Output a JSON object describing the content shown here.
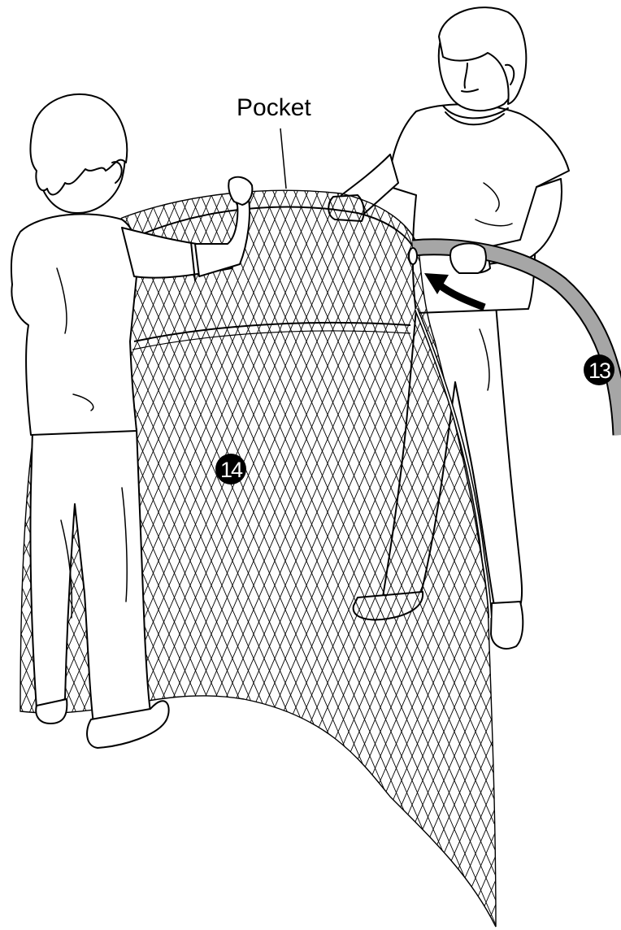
{
  "labels": {
    "pocket": "Pocket"
  },
  "callouts": [
    {
      "id": "13",
      "text": "13"
    },
    {
      "id": "14",
      "text": "14"
    }
  ],
  "colors": {
    "line": "#000000",
    "pole_fill": "#a6a6a6",
    "background": "#ffffff",
    "callout_text": "#ffffff"
  }
}
